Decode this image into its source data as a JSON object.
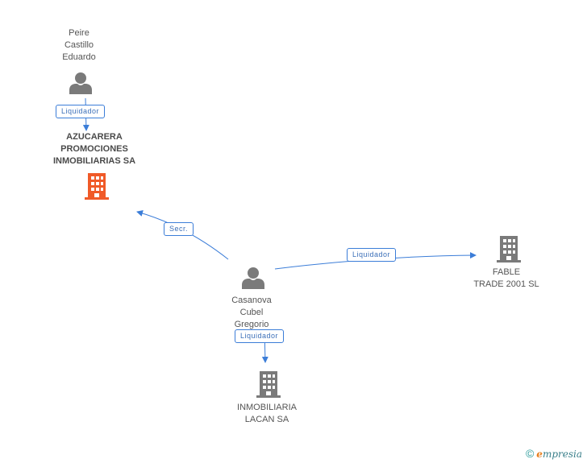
{
  "nodes": {
    "peire": {
      "lines": [
        "Peire",
        "Castillo",
        "Eduardo"
      ]
    },
    "azucarera": {
      "lines": [
        "AZUCARERA",
        "PROMOCIONES",
        "INMOBILIARIAS SA"
      ]
    },
    "casanova": {
      "lines": [
        "Casanova",
        "Cubel",
        "Gregorio"
      ]
    },
    "fable": {
      "lines": [
        "FABLE",
        "TRADE 2001 SL"
      ]
    },
    "lacan": {
      "lines": [
        "INMOBILIARIA",
        "LACAN SA"
      ]
    }
  },
  "edges": {
    "peire_azucarera": "Liquidador",
    "casanova_azucarera": "Secr.",
    "casanova_fable": "Liquidador",
    "casanova_lacan": "Liquidador"
  },
  "colors": {
    "edge": "#3b7dd8",
    "person_icon": "#7a7a7a",
    "company_icon": "#7a7a7a",
    "company_highlight": "#f05a28"
  },
  "footer": {
    "copyright": "©",
    "brand_e": "e",
    "brand_rest": "mpresia"
  }
}
